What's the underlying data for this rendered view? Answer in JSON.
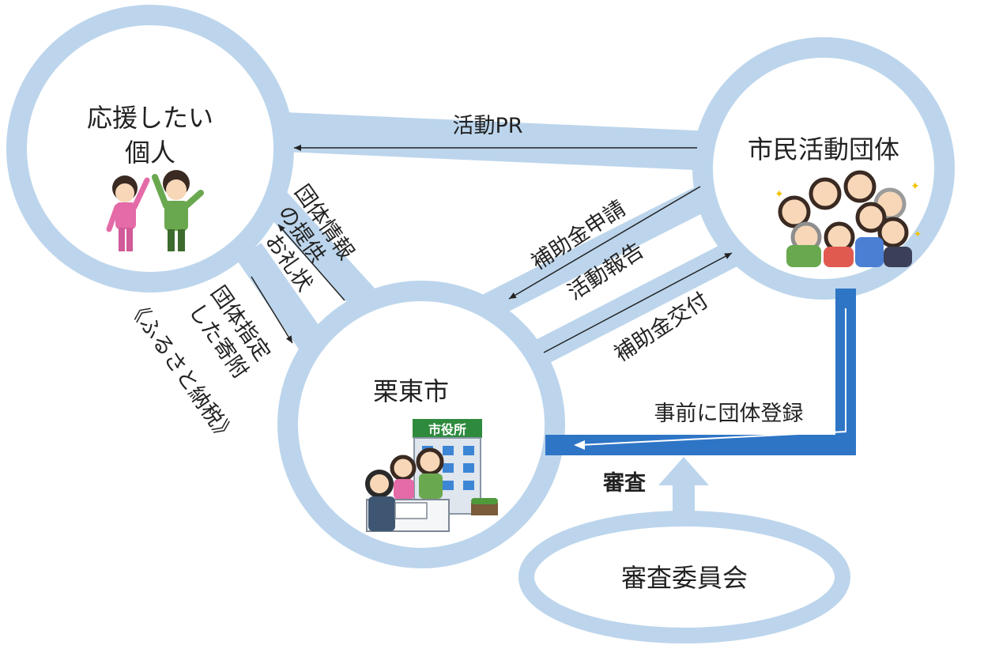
{
  "nodes": {
    "individual": {
      "title_line1": "応援したい",
      "title_line2": "個人"
    },
    "group": {
      "title": "市民活動団体"
    },
    "city": {
      "title": "栗東市",
      "building_sign": "市役所"
    },
    "committee": {
      "title": "審査委員会"
    }
  },
  "edges": {
    "pr": "活動PR",
    "group_info_line1": "団体情報",
    "group_info_line2": "の提供",
    "thanks": "お礼状",
    "donation_line1": "団体指定",
    "donation_line2": "した寄附",
    "donation_line3": "《ふるさと納税》",
    "subsidy_apply": "補助金申請",
    "activity_report": "活動報告",
    "subsidy_grant": "補助金交付",
    "pre_register": "事前に団体登録",
    "review": "審査"
  },
  "colors": {
    "band": "#bcd5ec",
    "register_band": "#2e75c6",
    "arrow": "#222222",
    "text": "#222222"
  }
}
